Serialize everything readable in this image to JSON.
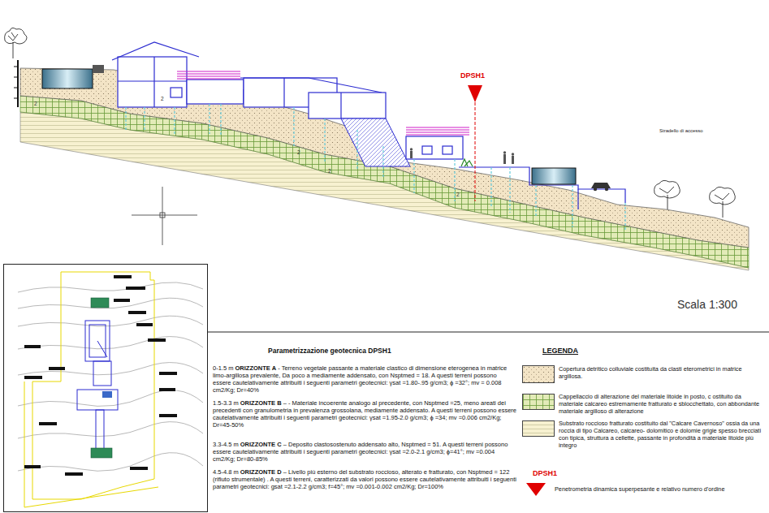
{
  "diagram": {
    "title": "Parametrizzazione geotecnica DPSH1",
    "labels": [
      "DPSH1",
      "Stradello di accesso",
      "Scala 1:300",
      "2",
      "2",
      "2",
      "2",
      "2",
      "0-1.5 m",
      "ORIZZONTE A",
      "- Terreno vegetale passante a materiale clastico di dimensione eterogenea in matrice limo-argillosa prevalente, Da poco a mediamente addensato, con Nsptmed = 18. A questi terreni possono essere cautelativamente attribuiti i seguenti parametri geotecnici: γsat =1.80-.95 g/cm3; ϕ =32°; mv = 0.008 cm2/Kg; Dr=40%",
      "1.5-3.3 m",
      "ORIZZONTE B",
      "– - Materiale incoerente analogo al precedente, con Nsptmed =25, meno areati dei precedenti con granulometria in prevalenza grossolana, mediamente addensato. A questi terreni possono essere cautelativamente attribuiti i seguenti parametri geotecnici: γsat =1.95-2.0 g/cm3; ϕ =34; mv =0.006 cm2/Kg; Dr=45-50%",
      "3.3-4.5 m",
      "ORIZZONTE C",
      "– Deposito clastosostenuto addensato alto, Nsptmed = 51. A questi terreni possono essere cautelativamente attribuiti i seguenti parametri geotecnici: γsat =2.0-2.1 g/cm3; ϕ=41°; mv =0.004 cm2/Kg; Dr=80-85%",
      "4.5-4.8 m",
      "ORIZZONTE D",
      "– Livello più esterno del substrato roccioso, alterato e fratturato, con Nsptmed = 122 (rifiuto strumentale) . A questi terreni, caratterizzati da valori possono essere cautelativamente attribuiti i seguenti parametri geotecnici: gsat =2.1-2.2 g/cm3; f=45°; mv =0.001-0.002 cm2/Kg; Dr=100%",
      "LEGENDA",
      "DPSH1"
    ],
    "legend": [
      {
        "text": "Copertura detritico colluviale costituita da clasti eterometrici in matrice argillosa.",
        "color": "#f3e4c6"
      },
      {
        "text": "Cappellaccio di alterazione del materiale litoide in posto, c ostituito da materiale calcareo estremamente fratturato e sblocchettato, con abbondante materiale argilloso di alterazione",
        "color": "#e3ebb8"
      },
      {
        "text": "Substrato roccioso fratturato costituito dal \"Calcare Cavernoso\" ossia da una roccia di tipo Calcareo, calcareo- dolomitico e dolomie grigie spesso brecciati con tipica, struttura a cellette, passante in profondità a materiale litoide più integro",
        "color": "#f7f1d0"
      },
      {
        "text": "Penetrometria dinamica superpesante e relativo numero d'ordine"
      }
    ]
  }
}
